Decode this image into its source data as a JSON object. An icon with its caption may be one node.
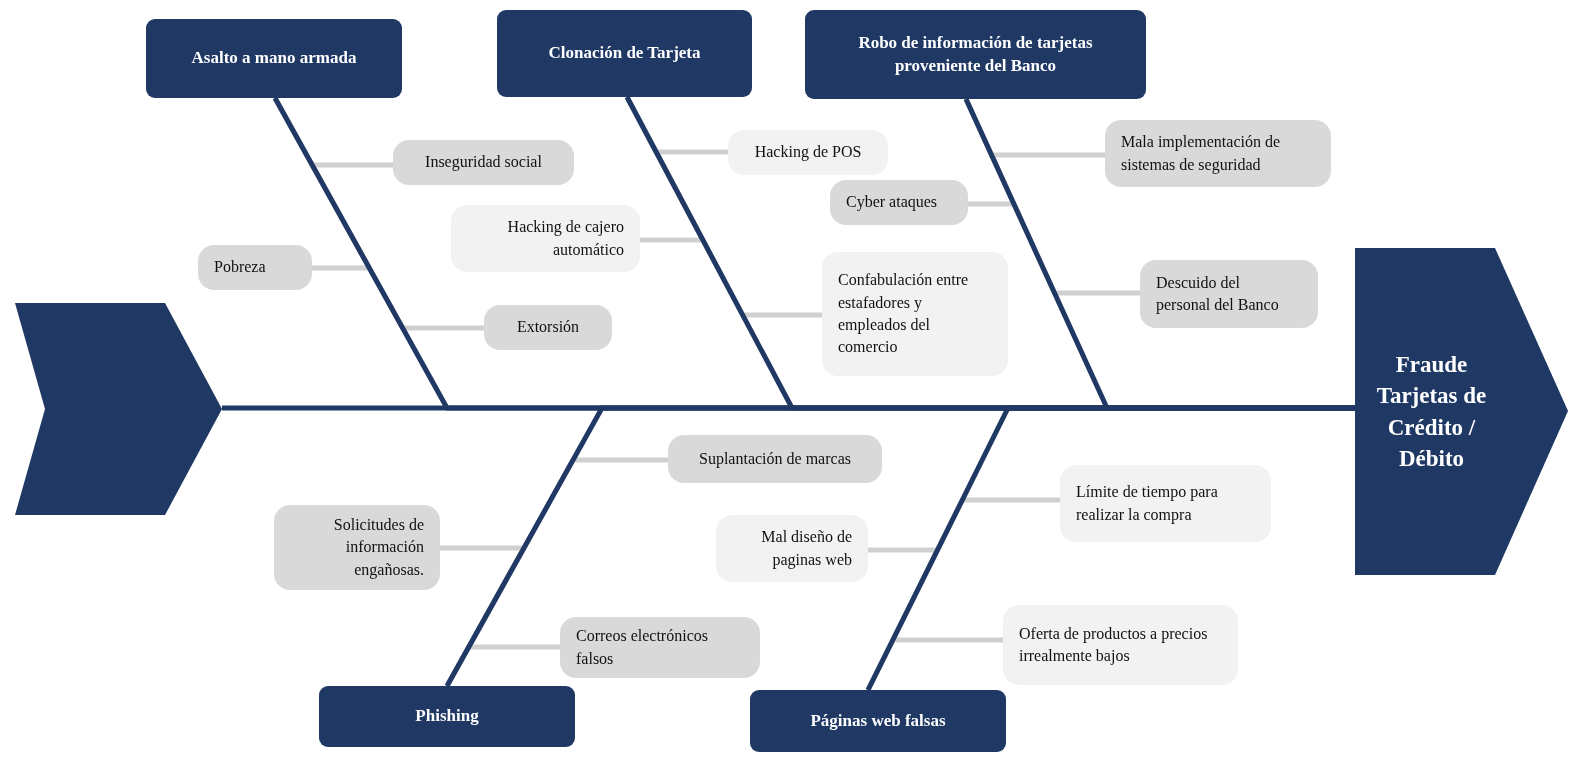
{
  "diagram": {
    "nodes": [
      {
        "text": [],
        "shape": "chevron"
      },
      {
        "text": [
          "Asalto a mano armada"
        ]
      },
      {
        "text": [
          "Clonación de Tarjeta"
        ]
      },
      {
        "text": [
          "Robo de información de tarjetas proveniente del Banco"
        ]
      },
      {
        "text": [
          "Inseguridad social"
        ]
      },
      {
        "text": [
          "Pobreza"
        ]
      },
      {
        "text": [
          "Extorsión"
        ]
      },
      {
        "text": [
          "Hacking de POS"
        ]
      },
      {
        "text": [
          "Hacking de cajero automático"
        ]
      },
      {
        "text": [
          "Confabulación entre estafadores y empleados del comercio"
        ]
      },
      {
        "text": [
          "Mala implementación de sistemas de seguridad"
        ]
      },
      {
        "text": [
          "Cyber ataques"
        ]
      },
      {
        "text": [
          "Descuido del personal del Banco"
        ]
      },
      {
        "text": [
          "Fraude Tarjetas de Crédito / Débito"
        ]
      },
      {
        "text": [
          "Suplantación de marcas"
        ]
      },
      {
        "text": [
          "Solicitudes de información engañosas."
        ]
      },
      {
        "text": [
          "Correos electrónicos falsos"
        ]
      },
      {
        "text": [
          "Phishing"
        ]
      },
      {
        "text": [
          "Límite de tiempo para realizar la compra"
        ]
      },
      {
        "text": [
          "Mal diseño de paginas web"
        ]
      },
      {
        "text": [
          "Oferta de productos a precios irrealmente bajos"
        ]
      },
      {
        "text": [
          "Páginas web falsas"
        ]
      }
    ],
    "edges": [
      {
        "from": 0,
        "to": 13,
        "arrow": "none",
        "color": "#1f3864"
      },
      {
        "from": 1,
        "to": 13,
        "arrow": "none",
        "color": "#1f3864"
      },
      {
        "from": 2,
        "to": 13,
        "arrow": "none",
        "color": "#1f3864"
      },
      {
        "from": 3,
        "to": 13,
        "arrow": "none",
        "color": "#1f3864"
      },
      {
        "from": 17,
        "to": 13,
        "arrow": "none",
        "color": "#1f3864"
      },
      {
        "from": 21,
        "to": 13,
        "arrow": "none",
        "color": "#1f3864"
      },
      {
        "from": 4,
        "to": 1,
        "arrow": "none"
      },
      {
        "from": 5,
        "to": 1,
        "arrow": "none"
      },
      {
        "from": 6,
        "to": 1,
        "arrow": "none"
      },
      {
        "from": 7,
        "to": 2,
        "arrow": "none"
      },
      {
        "from": 8,
        "to": 2,
        "arrow": "none"
      },
      {
        "from": 9,
        "to": 2,
        "arrow": "none"
      },
      {
        "from": 10,
        "to": 3,
        "arrow": "none"
      },
      {
        "from": 11,
        "to": 3,
        "arrow": "none"
      },
      {
        "from": 12,
        "to": 3,
        "arrow": "none"
      },
      {
        "from": 14,
        "to": 17,
        "arrow": "none"
      },
      {
        "from": 15,
        "to": 17,
        "arrow": "none"
      },
      {
        "from": 16,
        "to": 17,
        "arrow": "none"
      },
      {
        "from": 18,
        "to": 21,
        "arrow": "none"
      },
      {
        "from": 19,
        "to": 21,
        "arrow": "none"
      },
      {
        "from": 20,
        "to": 21,
        "arrow": "none"
      }
    ]
  }
}
